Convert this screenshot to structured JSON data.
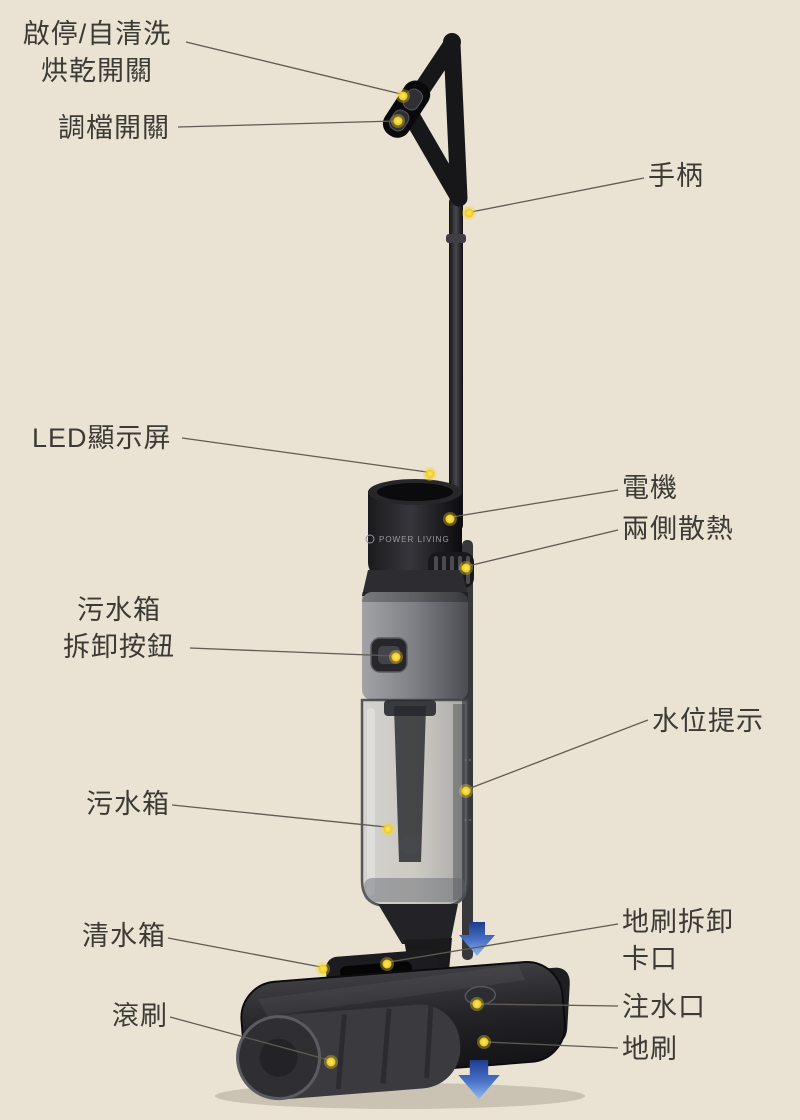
{
  "page": {
    "background_color": "#eae2d2",
    "text_color": "#3b3a35",
    "leader_line_color": "#5f5b52",
    "callout_dot_color": "#f2cd1d",
    "arrow_blue_color": "#4a73c8"
  },
  "product": {
    "brand": "POWER LIVING"
  },
  "icons": {
    "down_arrow": "▼",
    "callout_dot": "●"
  },
  "labels": {
    "power_switch": {
      "lines": [
        "啟停/自清洗",
        "烘乾開關"
      ]
    },
    "mode_switch": {
      "lines": [
        "調檔開關"
      ]
    },
    "handle": {
      "lines": [
        "手柄"
      ]
    },
    "led_display": {
      "lines": [
        "LED顯示屏"
      ]
    },
    "motor": {
      "lines": [
        "電機"
      ]
    },
    "side_vents": {
      "lines": [
        "兩側散熱"
      ]
    },
    "sewage_release": {
      "lines": [
        "污水箱",
        "拆卸按鈕"
      ]
    },
    "water_level": {
      "lines": [
        "水位提示"
      ]
    },
    "sewage_tank": {
      "lines": [
        "污水箱"
      ]
    },
    "clean_tank": {
      "lines": [
        "清水箱"
      ]
    },
    "roller_brush": {
      "lines": [
        "滾刷"
      ]
    },
    "brush_release": {
      "lines": [
        "地刷拆卸",
        "卡口"
      ]
    },
    "water_inlet": {
      "lines": [
        "注水口"
      ]
    },
    "floor_brush": {
      "lines": [
        "地刷"
      ]
    }
  }
}
